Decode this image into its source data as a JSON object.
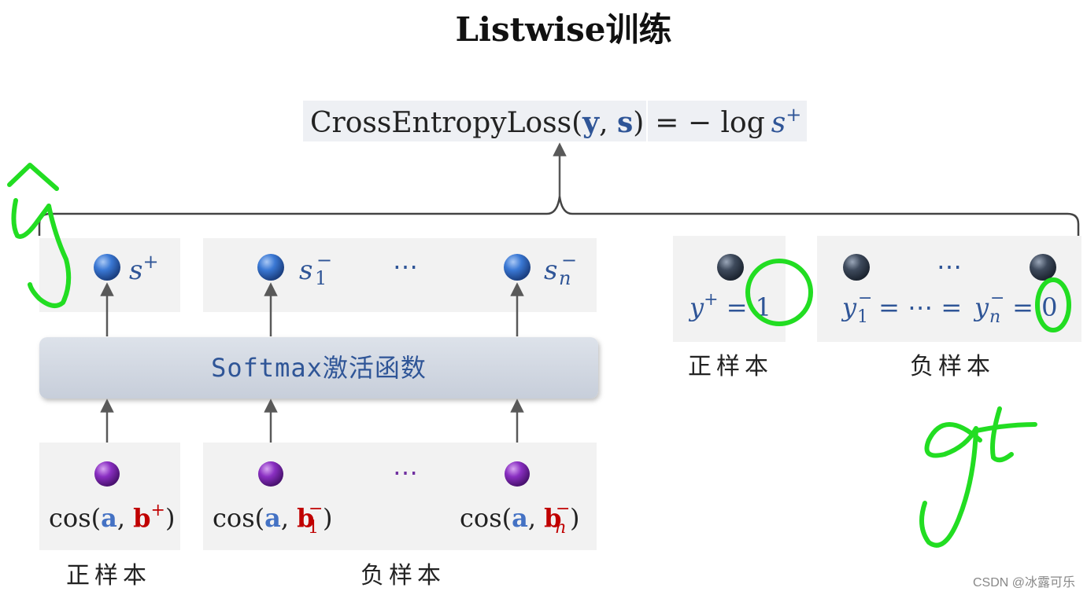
{
  "title": "Listwise训练",
  "loss": {
    "fn": "CrossEntropyLoss(",
    "arg_y": "y",
    "comma": ", ",
    "arg_s": "s",
    "close": ")",
    "eq": "= − log",
    "rhs_s": "s",
    "rhs_sup": "+"
  },
  "left": {
    "score_pos": {
      "base": "s",
      "sup": "+"
    },
    "score_neg1": {
      "base": "s",
      "sup": "−",
      "sub": "1"
    },
    "score_dots": "⋯",
    "score_negn": {
      "base": "s",
      "sup": "−",
      "sub": "n"
    },
    "softmax_label": "Softmax激活函数",
    "cos_pos": {
      "pre": "cos(",
      "a": "a",
      "comma": ", ",
      "b": "b",
      "sup": "+",
      "close": ")"
    },
    "cos_neg1": {
      "pre": "cos(",
      "a": "a",
      "comma": ", ",
      "b": "b",
      "sup": "−",
      "sub": "1",
      "close": ")"
    },
    "cos_dots": "⋯",
    "cos_negn": {
      "pre": "cos(",
      "a": "a",
      "comma": ", ",
      "b": "b",
      "sup": "−",
      "sub": "n",
      "close": ")"
    },
    "label_pos": "正样本",
    "label_neg": "负样本"
  },
  "right": {
    "target_pos": {
      "y": "y",
      "sup": "+",
      "eq": " = ",
      "val": "1"
    },
    "target_dots": "⋯",
    "target_neg": {
      "y1": "y",
      "sup1": "−",
      "sub1": "1",
      "mid": " = ⋯ = ",
      "yn": "y",
      "supn": "−",
      "subn": "n",
      "eq": " = ",
      "val": "0"
    },
    "label_pos": "正样本",
    "label_neg": "负样本"
  },
  "annotations": {
    "y_hat": "ŷ",
    "gt": "gt"
  },
  "watermark": "CSDN @冰露可乐",
  "colors": {
    "panel": "#f2f2f2",
    "blue_text": "#2f5597",
    "red_text": "#c00000",
    "arrow": "#595959",
    "handwriting": "#22dd22"
  }
}
